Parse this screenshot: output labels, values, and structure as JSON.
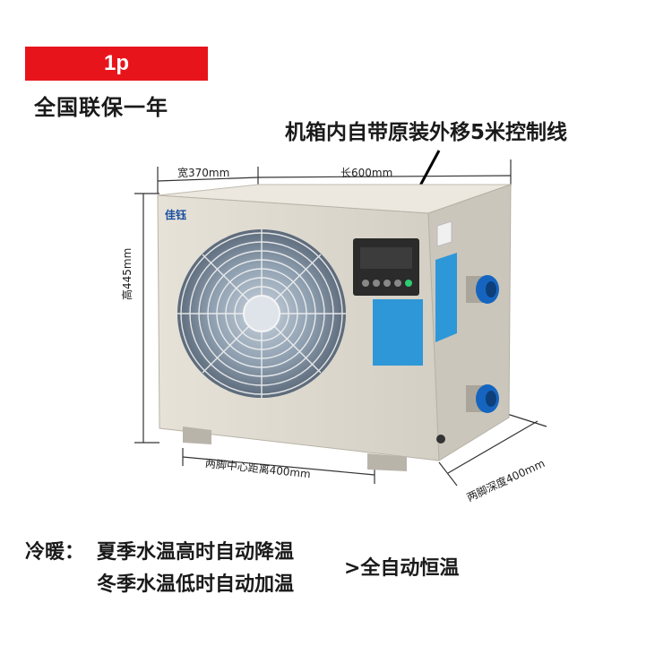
{
  "badge": {
    "text": "1p"
  },
  "warranty": {
    "text": "全国联保一年"
  },
  "callout": {
    "text": "机箱内自带原装外移5米控制线"
  },
  "dimensions": {
    "width": "宽370mm",
    "length": "长600mm",
    "height": "高445mm",
    "feet_spacing": "两脚中心距离400mm",
    "feet_depth": "两脚深度400mm"
  },
  "product": {
    "brand_label": "佳钰",
    "body_color": "#ddd9cf",
    "panel_color": "#1f8fd6",
    "fitting_color": "#1565c0"
  },
  "features": {
    "label": "冷暖：",
    "line1": "夏季水温高时自动降温",
    "line2": "冬季水温低时自动加温",
    "result": ">全自动恒温"
  },
  "colors": {
    "badge": "#e8141c"
  }
}
